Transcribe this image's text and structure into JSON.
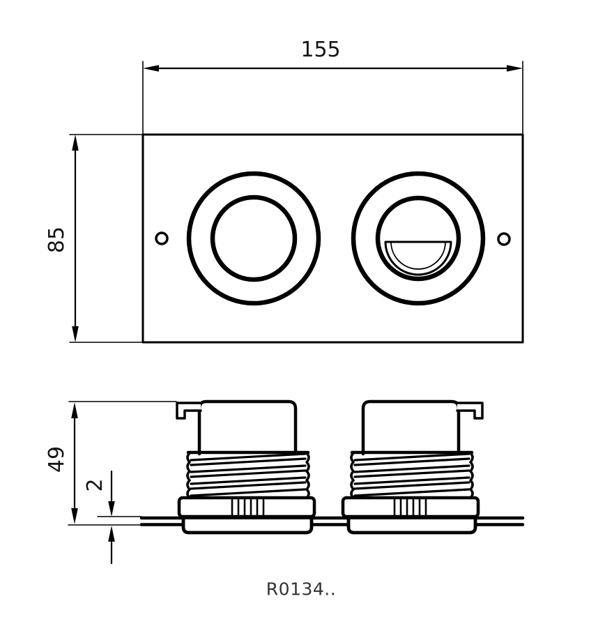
{
  "colors": {
    "line": "#000000",
    "label": "#141414",
    "code_text": "#333333",
    "background": "#ffffff"
  },
  "labels": {
    "front_width": "155",
    "front_height": "85",
    "side_height": "49",
    "plate_thickness": "2",
    "product_code": "R0134.."
  }
}
